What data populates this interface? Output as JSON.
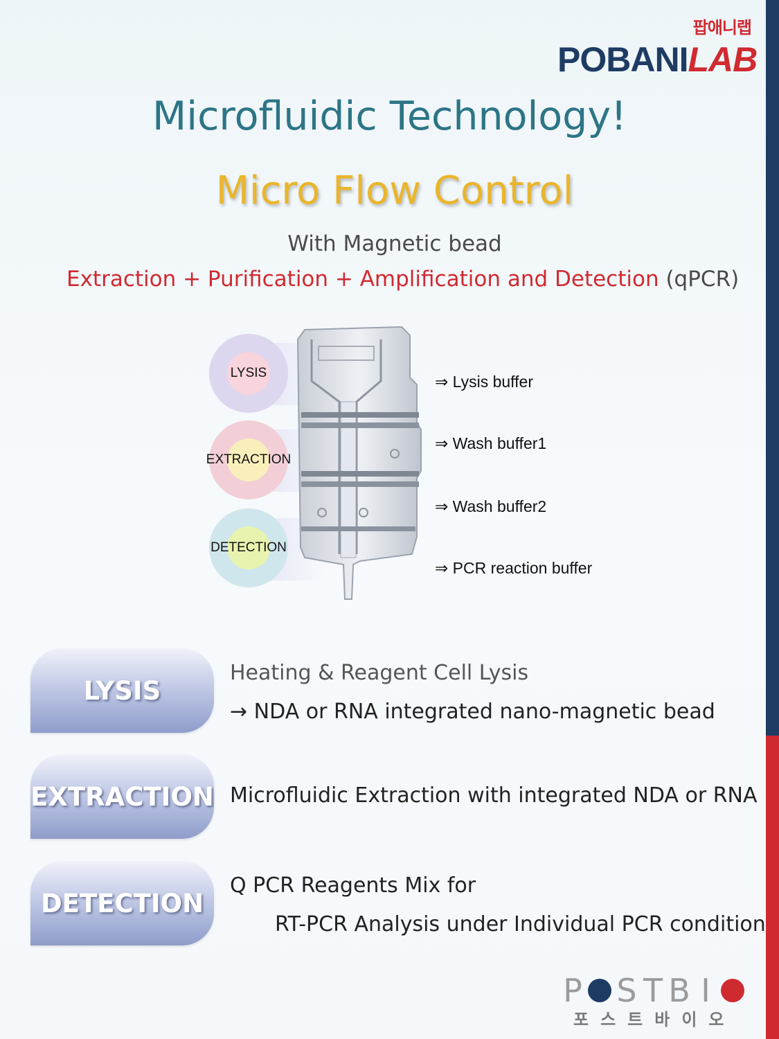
{
  "logo": {
    "korean": "팝애니랩",
    "main_a": "POBANI",
    "main_b": "LAB"
  },
  "title_main": "Microfluidic  Technology!",
  "title_sub": "Micro Flow Control",
  "magnetic": "With  Magnetic  bead",
  "process": {
    "text": "Extraction  +  Purification  +  Amplification  and  Detection",
    "qpcr": " (qPCR)"
  },
  "figure": {
    "rings": [
      {
        "label": "LYSIS",
        "outer": "#ddd6ef",
        "inner": "#f8d4dc"
      },
      {
        "label": "EXTRACTION",
        "outer": "#f2cfd7",
        "inner": "#f9efbb"
      },
      {
        "label": "DETECTION",
        "outer": "#cfe6ec",
        "inner": "#e7f3ae"
      }
    ],
    "buffers": [
      "⇒ Lysis buffer",
      "⇒ Wash buffer1",
      "⇒ Wash buffer2",
      "⇒ PCR reaction buffer"
    ]
  },
  "steps": [
    {
      "tab": "LYSIS",
      "lines": [
        "Heating & Reagent Cell Lysis",
        "→ NDA or RNA  integrated nano-magnetic bead"
      ]
    },
    {
      "tab": "EXTRACTION",
      "lines": [
        "Microfluidic Extraction with integrated NDA or RNA"
      ]
    },
    {
      "tab": "DETECTION",
      "lines": [
        "Q PCR Reagents Mix for",
        "RT-PCR Analysis under Individual PCR condition"
      ]
    }
  ],
  "postbio": {
    "letters": [
      "P",
      "S",
      "T",
      "B",
      "I"
    ],
    "korean": "포스트바이오",
    "dot_blue": "#1e3c63",
    "dot_red": "#d02a31"
  },
  "colors": {
    "navy": "#1e3c63",
    "red": "#d02a31",
    "teal": "#2c7586",
    "gold": "#eab52b"
  }
}
